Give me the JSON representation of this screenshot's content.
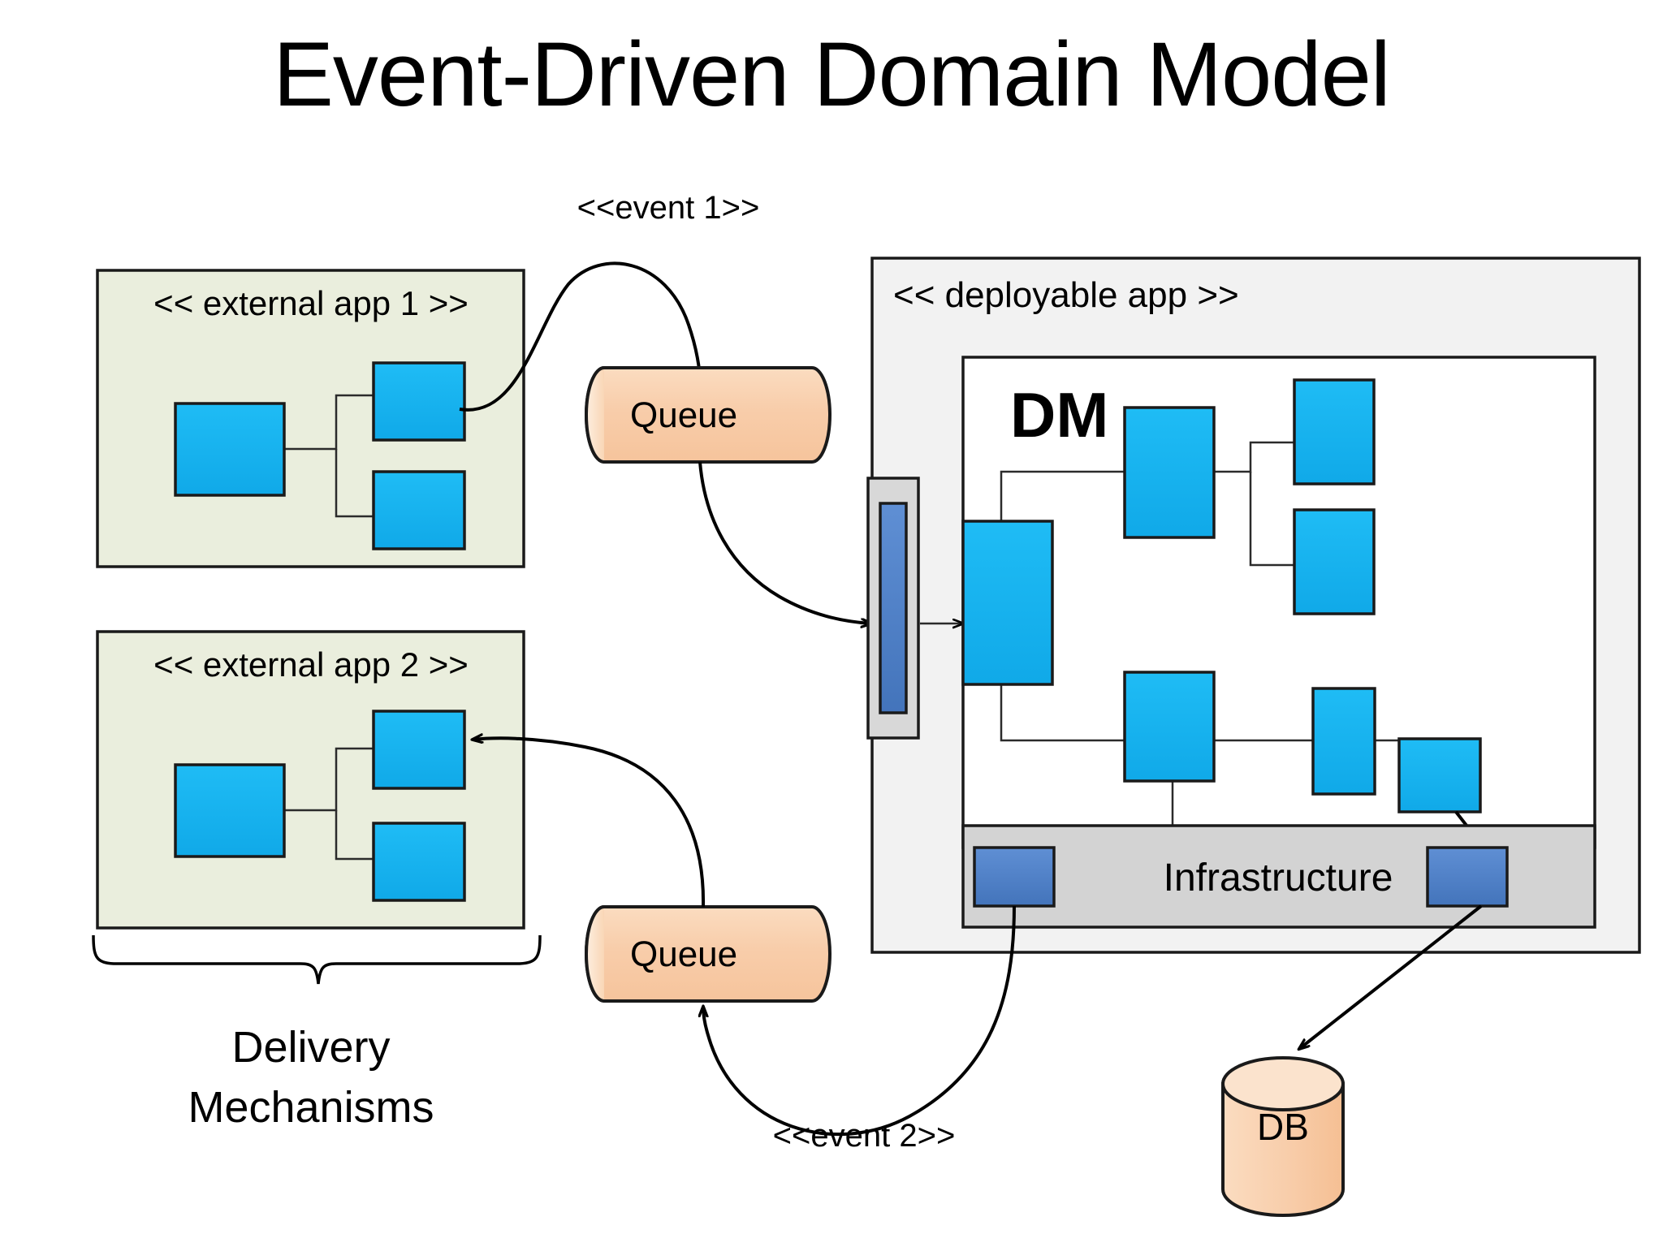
{
  "page": {
    "title": "Event-Driven Domain Model",
    "background_color": "#ffffff"
  },
  "colors": {
    "external_app_fill": "#eaeedd",
    "node_blue": "#17b4f0",
    "deployable_fill": "#f2f2f2",
    "dm_fill": "#ffffff",
    "adapter_outer": "#d8d8d8",
    "adapter_inner": "#4f82c8",
    "infrastructure_fill": "#d3d3d3",
    "infrastructure_port": "#4f82c8",
    "queue_fill": "#f8cfaa",
    "queue_cap": "#fbe3cd",
    "db_fill": "#f8cfaa",
    "db_cap": "#fbe3cd",
    "stroke": "#1a1a1a"
  },
  "external_app_1": {
    "label": "<< external app 1 >>",
    "nodes": [
      {
        "name": "left-node"
      },
      {
        "name": "upper-right-node"
      },
      {
        "name": "lower-right-node"
      }
    ]
  },
  "external_app_2": {
    "label": "<< external app 2 >>",
    "nodes": [
      {
        "name": "left-node"
      },
      {
        "name": "upper-right-node"
      },
      {
        "name": "lower-right-node"
      }
    ]
  },
  "delivery_mechanisms": {
    "line1": "Delivery",
    "line2": "Mechanisms"
  },
  "queues": [
    {
      "id": "queue-top",
      "label": "Queue"
    },
    {
      "id": "queue-bottom",
      "label": "Queue"
    }
  ],
  "events": [
    {
      "id": "event-1",
      "label": "<<event 1>>"
    },
    {
      "id": "event-2",
      "label": "<<event 2>>"
    }
  ],
  "deployable_app": {
    "label": "<< deployable app >>",
    "domain_model": {
      "label": "DM",
      "nodes": [
        {
          "name": "entry-node"
        },
        {
          "name": "center-upper-node"
        },
        {
          "name": "upper-right-node"
        },
        {
          "name": "mid-right-node"
        },
        {
          "name": "center-lower-node"
        },
        {
          "name": "lower-right-small-node"
        },
        {
          "name": "lower-right-corner-node"
        }
      ]
    },
    "adapter": {
      "name": "inbound-adapter"
    },
    "infrastructure": {
      "label": "Infrastructure",
      "ports": [
        {
          "name": "infrastructure-port-left"
        },
        {
          "name": "infrastructure-port-right"
        }
      ]
    }
  },
  "database": {
    "label": "DB"
  }
}
